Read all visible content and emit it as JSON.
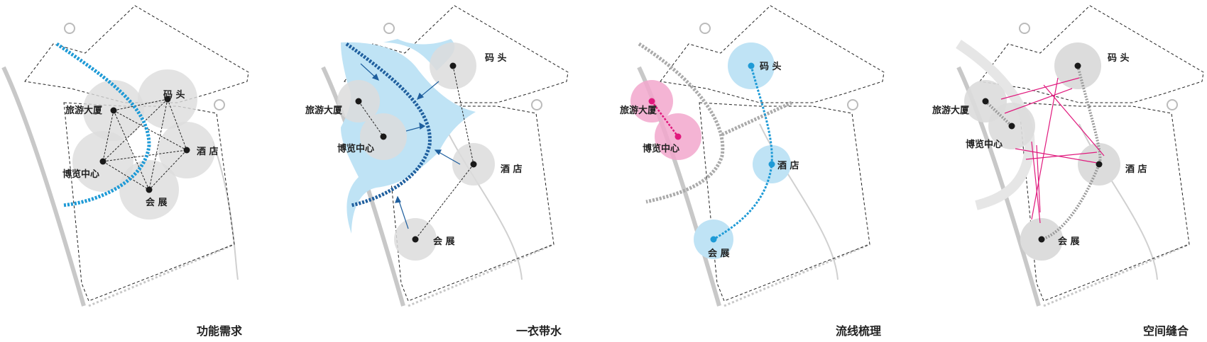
{
  "panels": [
    {
      "caption": "功能需求",
      "labels": {
        "tourism_building": "旅游大厦",
        "expo_center": "博览中心",
        "pier": "码 头",
        "hotel": "酒 店",
        "convention": "会 展"
      }
    },
    {
      "caption": "一衣带水",
      "labels": {
        "tourism_building": "旅游大厦",
        "expo_center": "博览中心",
        "pier": "码 头",
        "hotel": "酒 店",
        "convention": "会 展"
      }
    },
    {
      "caption": "流线梳理",
      "labels": {
        "tourism_building": "旅游大厦",
        "expo_center": "博览中心",
        "pier": "码 头",
        "hotel": "酒 店",
        "convention": "会 展"
      }
    },
    {
      "caption": "空间缝合",
      "labels": {
        "tourism_building": "旅游大厦",
        "expo_center": "博览中心",
        "pier": "码 头",
        "hotel": "酒 店",
        "convention": "会 展"
      }
    }
  ],
  "colors": {
    "node_fill": "#dcdcdc",
    "dot": "#1a1a1a",
    "blue": "#1e9ad6",
    "dark_blue": "#1f5f9e",
    "light_blue": "#bfe3f5",
    "pink": "#f2a7cc",
    "magenta": "#e0197d",
    "road": "#c8c8c8",
    "boundary": "#222222"
  }
}
